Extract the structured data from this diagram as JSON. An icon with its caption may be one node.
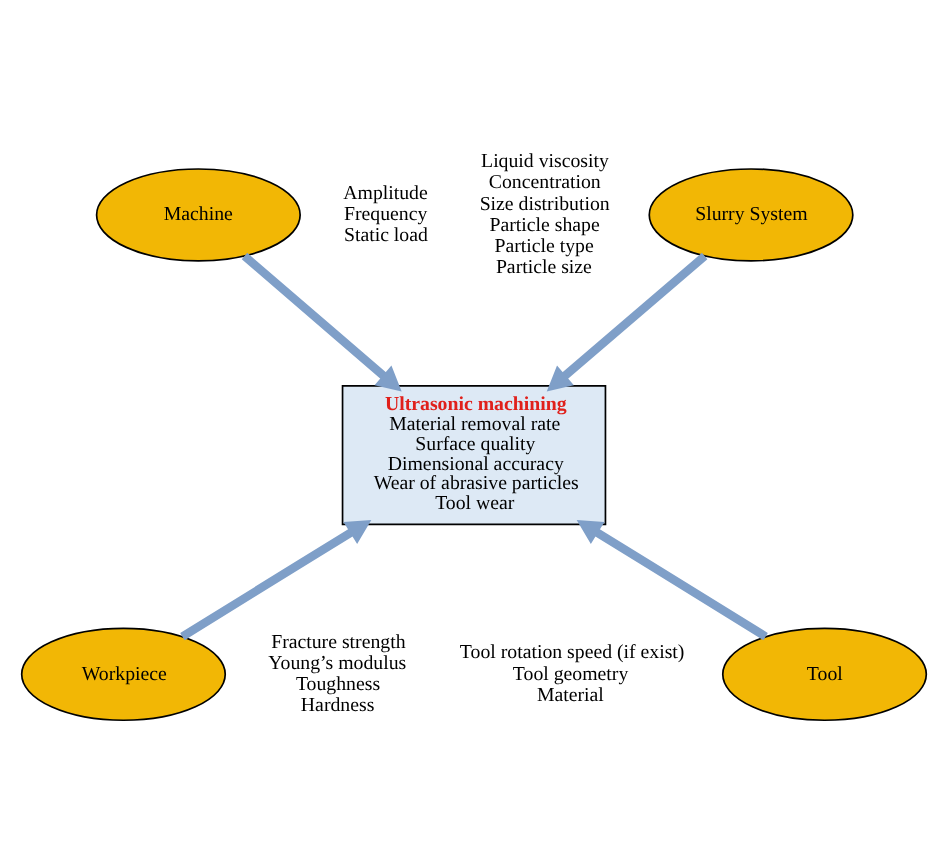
{
  "diagram": {
    "nodes": [
      {
        "text": [
          "Machine"
        ],
        "beside": [
          "Amplitude",
          "Frequency",
          "Static load"
        ]
      },
      {
        "text": [
          "Slurry System"
        ],
        "beside": [
          "Liquid viscosity",
          "Concentration",
          "Size distribution",
          "Particle shape",
          "Particle type",
          "Particle size"
        ]
      },
      {
        "text": [
          "Ultrasonic machining",
          "Material removal rate",
          "Surface quality",
          "Dimensional accuracy",
          "Wear of abrasive particles",
          "Tool wear"
        ]
      },
      {
        "text": [
          "Workpiece"
        ],
        "beside": [
          "Fracture strength",
          "Young’s modulus",
          "Toughness",
          "Hardness"
        ]
      },
      {
        "text": [
          "Tool"
        ],
        "beside": [
          "Tool rotation speed (if exist)",
          "Tool geometry",
          "Material"
        ]
      }
    ],
    "edges": [
      {
        "from": 0,
        "to": 2,
        "arrow": "to"
      },
      {
        "from": 1,
        "to": 2,
        "arrow": "to"
      },
      {
        "from": 3,
        "to": 2,
        "arrow": "to"
      },
      {
        "from": 4,
        "to": 2,
        "arrow": "to"
      }
    ]
  }
}
